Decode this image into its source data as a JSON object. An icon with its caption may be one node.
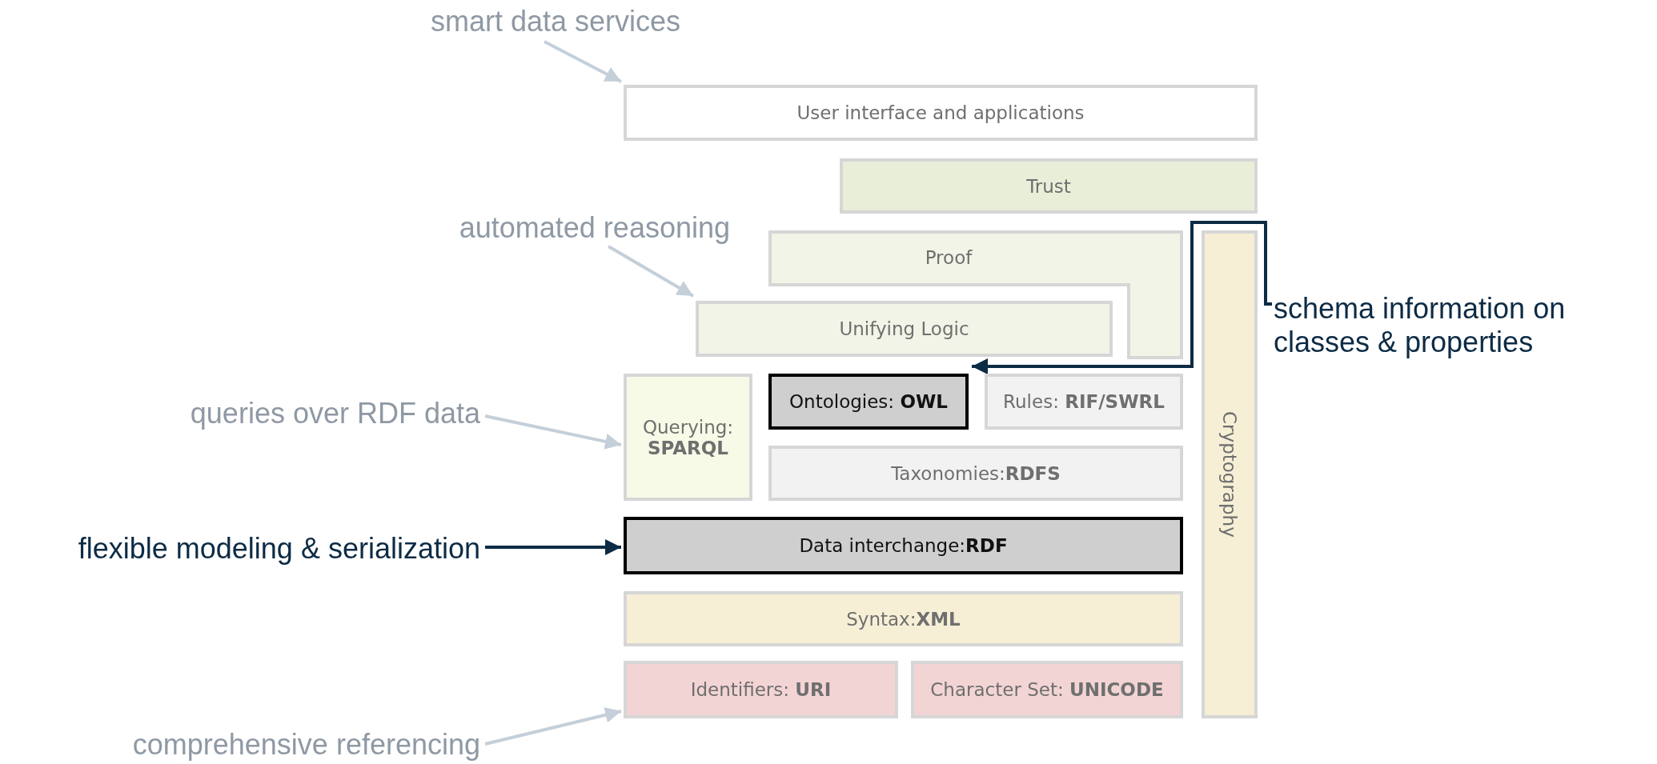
{
  "diagram": {
    "nodes": [
      {
        "text": [
          "smart data services"
        ]
      },
      {
        "text": [
          "User interface and applications"
        ]
      },
      {
        "text": [
          "Trust"
        ]
      },
      {
        "text": [
          "automated reasoning"
        ]
      },
      {
        "text": [
          "Proof"
        ]
      },
      {
        "text": [
          "Unifying Logic"
        ]
      },
      {
        "text": [
          "schema information on classes & properties"
        ]
      },
      {
        "text": [
          "Cryptography"
        ]
      },
      {
        "text": [
          "queries over RDF data"
        ]
      },
      {
        "text": [
          "Querying: **SPARQL**"
        ]
      },
      {
        "text": [
          "Ontologies: **OWL**"
        ]
      },
      {
        "text": [
          "Rules: **RIF/SWRL**"
        ]
      },
      {
        "text": [
          "Taxonomies:**RDFS**"
        ]
      },
      {
        "text": [
          "flexible modeling & serialization"
        ]
      },
      {
        "text": [
          "Data interchange:**RDF**"
        ]
      },
      {
        "text": [
          "Syntax:**XML**"
        ]
      },
      {
        "text": [
          "Identifiers: **URI**"
        ]
      },
      {
        "text": [
          "Character Set: **UNICODE**"
        ]
      },
      {
        "text": [
          "comprehensive referencing"
        ]
      }
    ],
    "edges": [
      {
        "from": 0,
        "to": 1,
        "arrow": "to"
      },
      {
        "from": 3,
        "to": 5,
        "arrow": "to"
      },
      {
        "from": 6,
        "to": 10,
        "arrow": "to",
        "color": "#0d2b45"
      },
      {
        "from": 8,
        "to": 9,
        "arrow": "to"
      },
      {
        "from": 13,
        "to": 14,
        "arrow": "to",
        "color": "#0d2b45"
      },
      {
        "from": 18,
        "to": 16,
        "arrow": "to"
      }
    ]
  }
}
